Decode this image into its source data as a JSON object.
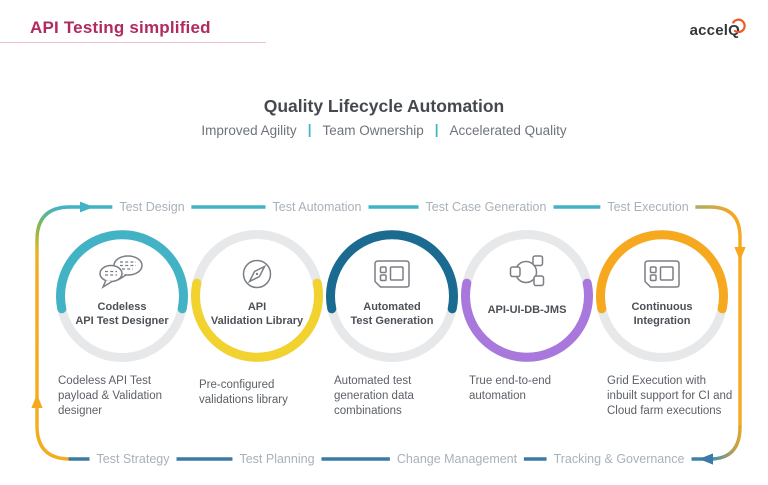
{
  "header": {
    "title": "API Testing simplified",
    "logo_text": "accelQ"
  },
  "heading": {
    "title": "Quality Lifecycle Automation",
    "benefits": [
      "Improved Agility",
      "Team Ownership",
      "Accelerated Quality"
    ],
    "separator": "|"
  },
  "loop": {
    "top_labels": [
      "Test Design",
      "Test Automation",
      "Test Case Generation",
      "Test Execution"
    ],
    "bottom_labels": [
      "Test Strategy",
      "Test Planning",
      "Change Management",
      "Tracking & Governance"
    ]
  },
  "stages": [
    {
      "title": "Codeless\nAPI Test Designer",
      "desc": "Codeless API Test payload & Validation designer",
      "color": "#41b3c5",
      "icon": "chat-bubbles-icon"
    },
    {
      "title": "API\nValidation Library",
      "desc": "Pre-configured validations library",
      "color": "#f2d22e",
      "icon": "compass-icon"
    },
    {
      "title": "Automated\nTest Generation",
      "desc": "Automated test generation data combinations",
      "color": "#1a6b8f",
      "icon": "window-grid-icon"
    },
    {
      "title": "API-UI-DB-JMS",
      "desc": "True end-to-end automation",
      "color": "#a878dc",
      "icon": "network-nodes-icon"
    },
    {
      "title": "Continuous\nIntegration",
      "desc": "Grid Execution with inbuilt support for CI and Cloud farm executions",
      "color": "#f6a81f",
      "icon": "window-grid-icon"
    }
  ],
  "colors": {
    "accent_magenta": "#b12a5e",
    "teal": "#41b3c5",
    "yellow": "#f2d22e",
    "dark_blue": "#1a6b8f",
    "purple": "#a878dc",
    "orange": "#f6a81f",
    "bottom_line_blue": "#3d7aa3",
    "ring_gray": "#e7e8ea"
  }
}
